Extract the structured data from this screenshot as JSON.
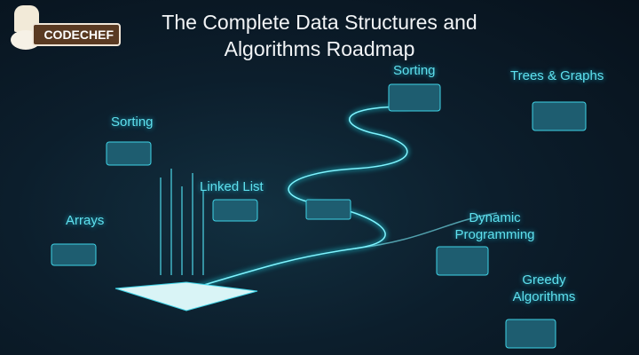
{
  "logo": {
    "text": "CODECHEF"
  },
  "title_line1": "The Complete Data Structures and",
  "title_line2": "Algorithms Roadmap",
  "topics": [
    "Arrays",
    "Sorting",
    "Linked List",
    "Sorting",
    "Trees & Graphs",
    "Dynamic Programming",
    "Greedy Algorithms"
  ],
  "colors": {
    "accent": "#5fe0ee",
    "bg": "#0a1622",
    "brand": "#5a3a22"
  }
}
